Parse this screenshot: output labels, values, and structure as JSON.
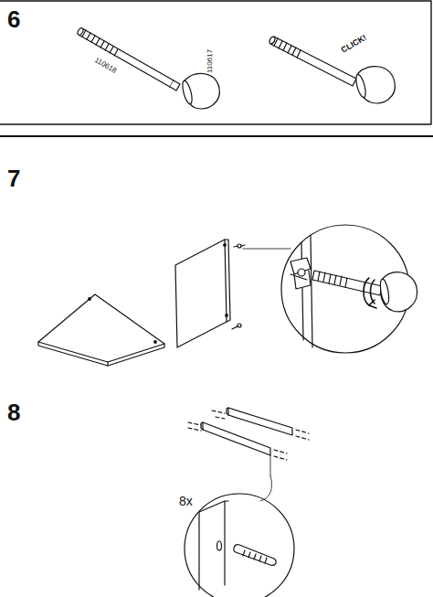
{
  "diagram": {
    "labels": [
      "6",
      "110618",
      "110617",
      "CLICK!",
      "7",
      "8",
      "8x"
    ]
  }
}
